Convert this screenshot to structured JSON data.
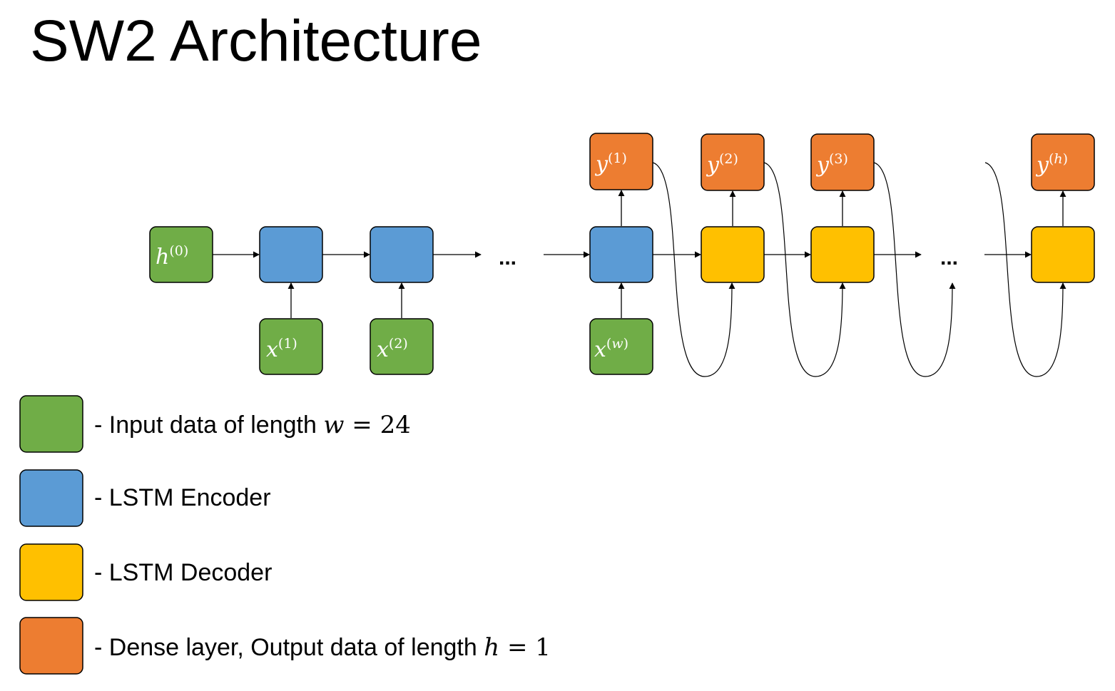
{
  "title": "SW2 Architecture",
  "colors": {
    "input": "#70ad47",
    "encoder": "#5b9bd5",
    "decoder": "#ffc000",
    "dense": "#ed7d31",
    "border": "#000000"
  },
  "nodes": {
    "h0": {
      "base": "h",
      "sup": "(0)"
    },
    "x1": {
      "base": "x",
      "sup": "(1)"
    },
    "x2": {
      "base": "x",
      "sup": "(2)"
    },
    "xw": {
      "base": "x",
      "sup_open": "(",
      "sup_var": "w",
      "sup_close": ")"
    },
    "y1": {
      "base": "y",
      "sup": "(1)"
    },
    "y2": {
      "base": "y",
      "sup": "(2)"
    },
    "y3": {
      "base": "y",
      "sup": "(3)"
    },
    "yh": {
      "base": "y",
      "sup_open": "(",
      "sup_var": "h",
      "sup_close": ")"
    }
  },
  "ellipsis": "...",
  "legend": [
    {
      "kind": "input",
      "prefix": "- Input data of length ",
      "var": "w",
      "op": " = ",
      "value": "24"
    },
    {
      "kind": "encoder",
      "text": "- LSTM Encoder"
    },
    {
      "kind": "decoder",
      "text": "- LSTM Decoder"
    },
    {
      "kind": "dense",
      "prefix": "- Dense layer, Output data of length ",
      "var": "h",
      "op": " = ",
      "value": "1"
    }
  ]
}
